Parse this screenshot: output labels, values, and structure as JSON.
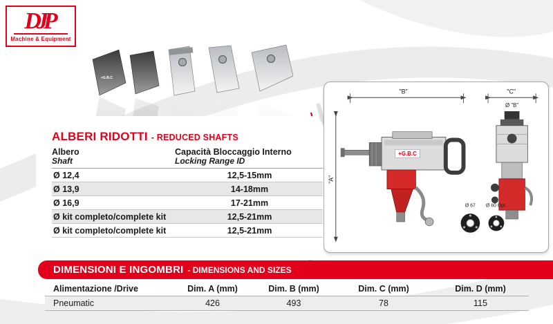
{
  "logo": {
    "brand": "DJP",
    "subtitle": "Machine & Equipment"
  },
  "tool_bits": {
    "brand_mark": "+G.B.C"
  },
  "drawing": {
    "brand": "+G.B.C",
    "dim_a": "\"A\"",
    "dim_b": "\"B\"",
    "dim_c": "\"C\"",
    "dim_db": "Ø \"B\"",
    "flange1": "Ø 67",
    "flange2": "Ø 60 Opt."
  },
  "shafts": {
    "title": "ALBERI RIDOTTI",
    "subtitle": "- REDUCED SHAFTS",
    "col_shaft_it": "Albero",
    "col_shaft_en": "Shaft",
    "col_range_it": "Capacità Bloccaggio Interno",
    "col_range_en": "Locking Range ID",
    "rows": [
      {
        "shaft": "Ø 12,4",
        "range": "12,5-15mm"
      },
      {
        "shaft": "Ø 13,9",
        "range": "14-18mm"
      },
      {
        "shaft": "Ø 16,9",
        "range": "17-21mm"
      },
      {
        "shaft": "Ø kit completo/complete kit",
        "range": "12,5-21mm"
      },
      {
        "shaft": "Ø kit completo/complete kit",
        "range": "12,5-21mm"
      }
    ]
  },
  "dimensions": {
    "title": "DIMENSIONI E INGOMBRI",
    "subtitle": "- DIMENSIONS AND SIZES",
    "headers": [
      "Alimentazione /Drive",
      "Dim. A (mm)",
      "Dim. B (mm)",
      "Dim. C (mm)",
      "Dim. D (mm)"
    ],
    "row": [
      "Pneumatic",
      "426",
      "493",
      "78",
      "115"
    ]
  },
  "colors": {
    "accent_red": "#e2001a",
    "row_alt": "#e7e7e7"
  }
}
